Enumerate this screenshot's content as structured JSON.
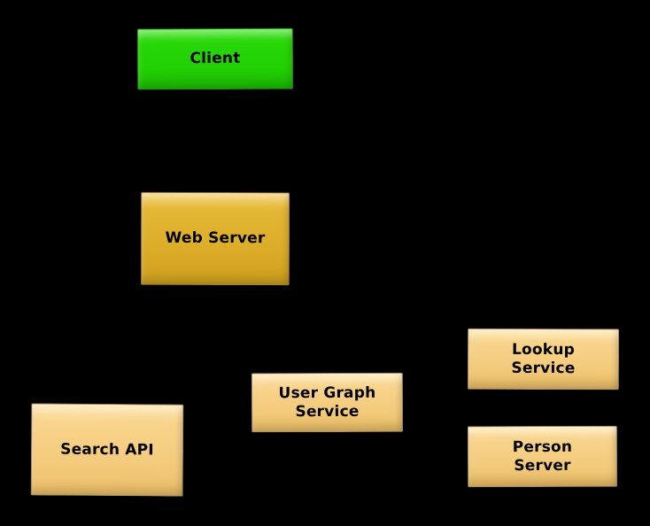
{
  "diagram": {
    "background_color": "#000000",
    "text_color": "#000000",
    "colors": {
      "client_green": "#25d406",
      "web_server_gold": "#dcad28",
      "service_tan": "#f4cb7d"
    },
    "nodes": [
      {
        "id": "client",
        "label": "Client",
        "color": "#25d406"
      },
      {
        "id": "web-server",
        "label": "Web Server",
        "color": "#dcad28"
      },
      {
        "id": "search-api",
        "label": "Search API",
        "color": "#f4cb7d"
      },
      {
        "id": "user-graph-service",
        "label": "User Graph Service",
        "lines": [
          "User Graph",
          "Service"
        ],
        "color": "#f4cb7d"
      },
      {
        "id": "lookup-service",
        "label": "Lookup Service",
        "lines": [
          "Lookup",
          "Service"
        ],
        "color": "#f4cb7d"
      },
      {
        "id": "person-server",
        "label": "Person Server",
        "lines": [
          "Person",
          "Server"
        ],
        "color": "#f4cb7d"
      }
    ]
  }
}
